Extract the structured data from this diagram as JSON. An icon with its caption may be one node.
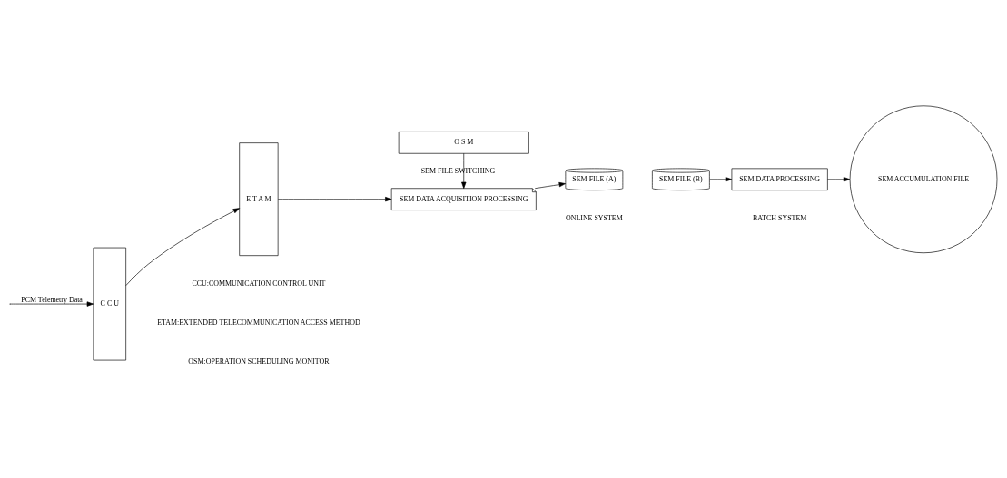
{
  "diagram": {
    "nodes": [
      {
        "text": [
          "O S M"
        ]
      },
      {
        "text": [
          "C C U"
        ]
      },
      {
        "text": [
          "E T A M"
        ]
      },
      {
        "text": [
          "SEM DATA ACQUISITION PROCESSING"
        ]
      },
      {
        "text": [
          "SEM FILE (A)"
        ]
      },
      {
        "text": [
          "SEM FILE (B)"
        ]
      },
      {
        "text": [
          "SEM DATA PROCESSING"
        ]
      },
      {
        "text": [
          "SEM ACCUMULATION FILE"
        ]
      }
    ],
    "edges": [
      {
        "from": null,
        "to": 1,
        "arrow": "to",
        "label": "PCM Telemetry Data"
      },
      {
        "from": 1,
        "to": 2,
        "arrow": "to"
      },
      {
        "from": 2,
        "to": 3,
        "arrow": "to"
      },
      {
        "from": 0,
        "to": 3,
        "arrow": "to",
        "label": "SEM FILE SWITCHING"
      },
      {
        "from": 3,
        "to": 4,
        "arrow": "to"
      },
      {
        "from": 5,
        "to": 6,
        "arrow": "to"
      },
      {
        "from": 6,
        "to": 7,
        "arrow": "to"
      }
    ],
    "labels": [
      "ONLINE SYSTEM",
      "BATCH SYSTEM",
      "CCU:COMMUNICATION CONTROL UNIT",
      "ETAM:EXTENDED TELECOMMUNICATION ACCESS METHOD",
      "OSM:OPERATION SCHEDULING MONITOR"
    ]
  }
}
